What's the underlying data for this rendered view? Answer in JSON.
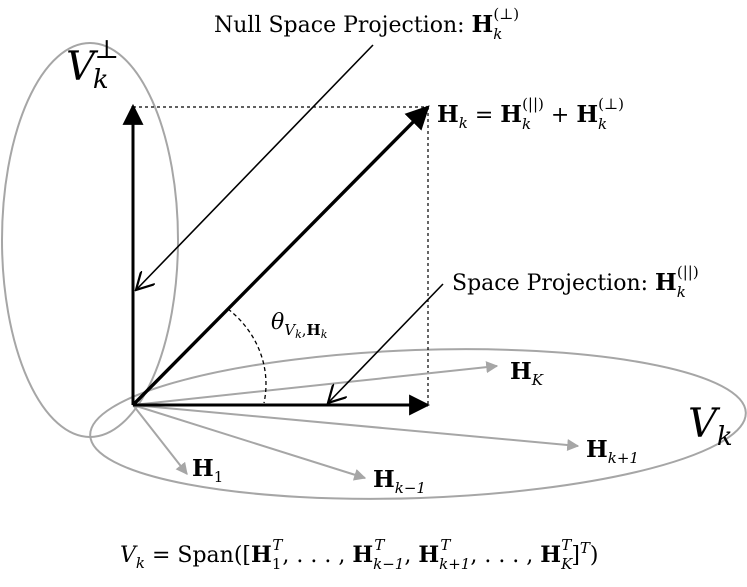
{
  "labels": {
    "null_projection": {
      "text": "Null Space Projection: ",
      "H": "H",
      "sub": "k",
      "sup": "(⊥)"
    },
    "hk_eq": {
      "H1": "H",
      "k1": "k",
      "eq": " = ",
      "H2": "H",
      "k2": "k",
      "sup2": "(||)",
      "plus": " + ",
      "H3": "H",
      "k3": "k",
      "sup3": "(⊥)"
    },
    "space_projection": {
      "text": "Space Projection: ",
      "H": "H",
      "sub": "k",
      "sup": "(||)"
    },
    "theta": {
      "theta": "θ",
      "V": "V",
      "k": "k",
      "sep": ",",
      "H": "H",
      "hk": "k"
    },
    "vk_perp": {
      "V": "V",
      "sub": "k",
      "sup": "⊥"
    },
    "vk": {
      "V": "V",
      "sub": "k"
    },
    "HK": {
      "H": "H",
      "sub": "K"
    },
    "Hk1": {
      "H": "H",
      "sub": "k+1"
    },
    "Hkm1": {
      "H": "H",
      "sub": "k−1"
    },
    "H1": {
      "H": "H",
      "sub": "1"
    },
    "span": {
      "lhs": "V",
      "lhs_sub": "k",
      "eq": " = Span([",
      "h1": "H",
      "h1_sub": "1",
      "h1_sup": "T",
      "dots1": ", . . . , ",
      "h2": "H",
      "h2_sub": "k−1",
      "h2_sup": "T",
      "comma": ", ",
      "h3": "H",
      "h3_sub": "k+1",
      "h3_sup": "T",
      "dots2": ", . . . , ",
      "h4": "H",
      "h4_sub": "K",
      "h4_sup": "T",
      "close": "]",
      "close_sup": "T",
      "end": ")"
    }
  },
  "colors": {
    "black": "#000000",
    "gray": "#a6a6a6"
  }
}
